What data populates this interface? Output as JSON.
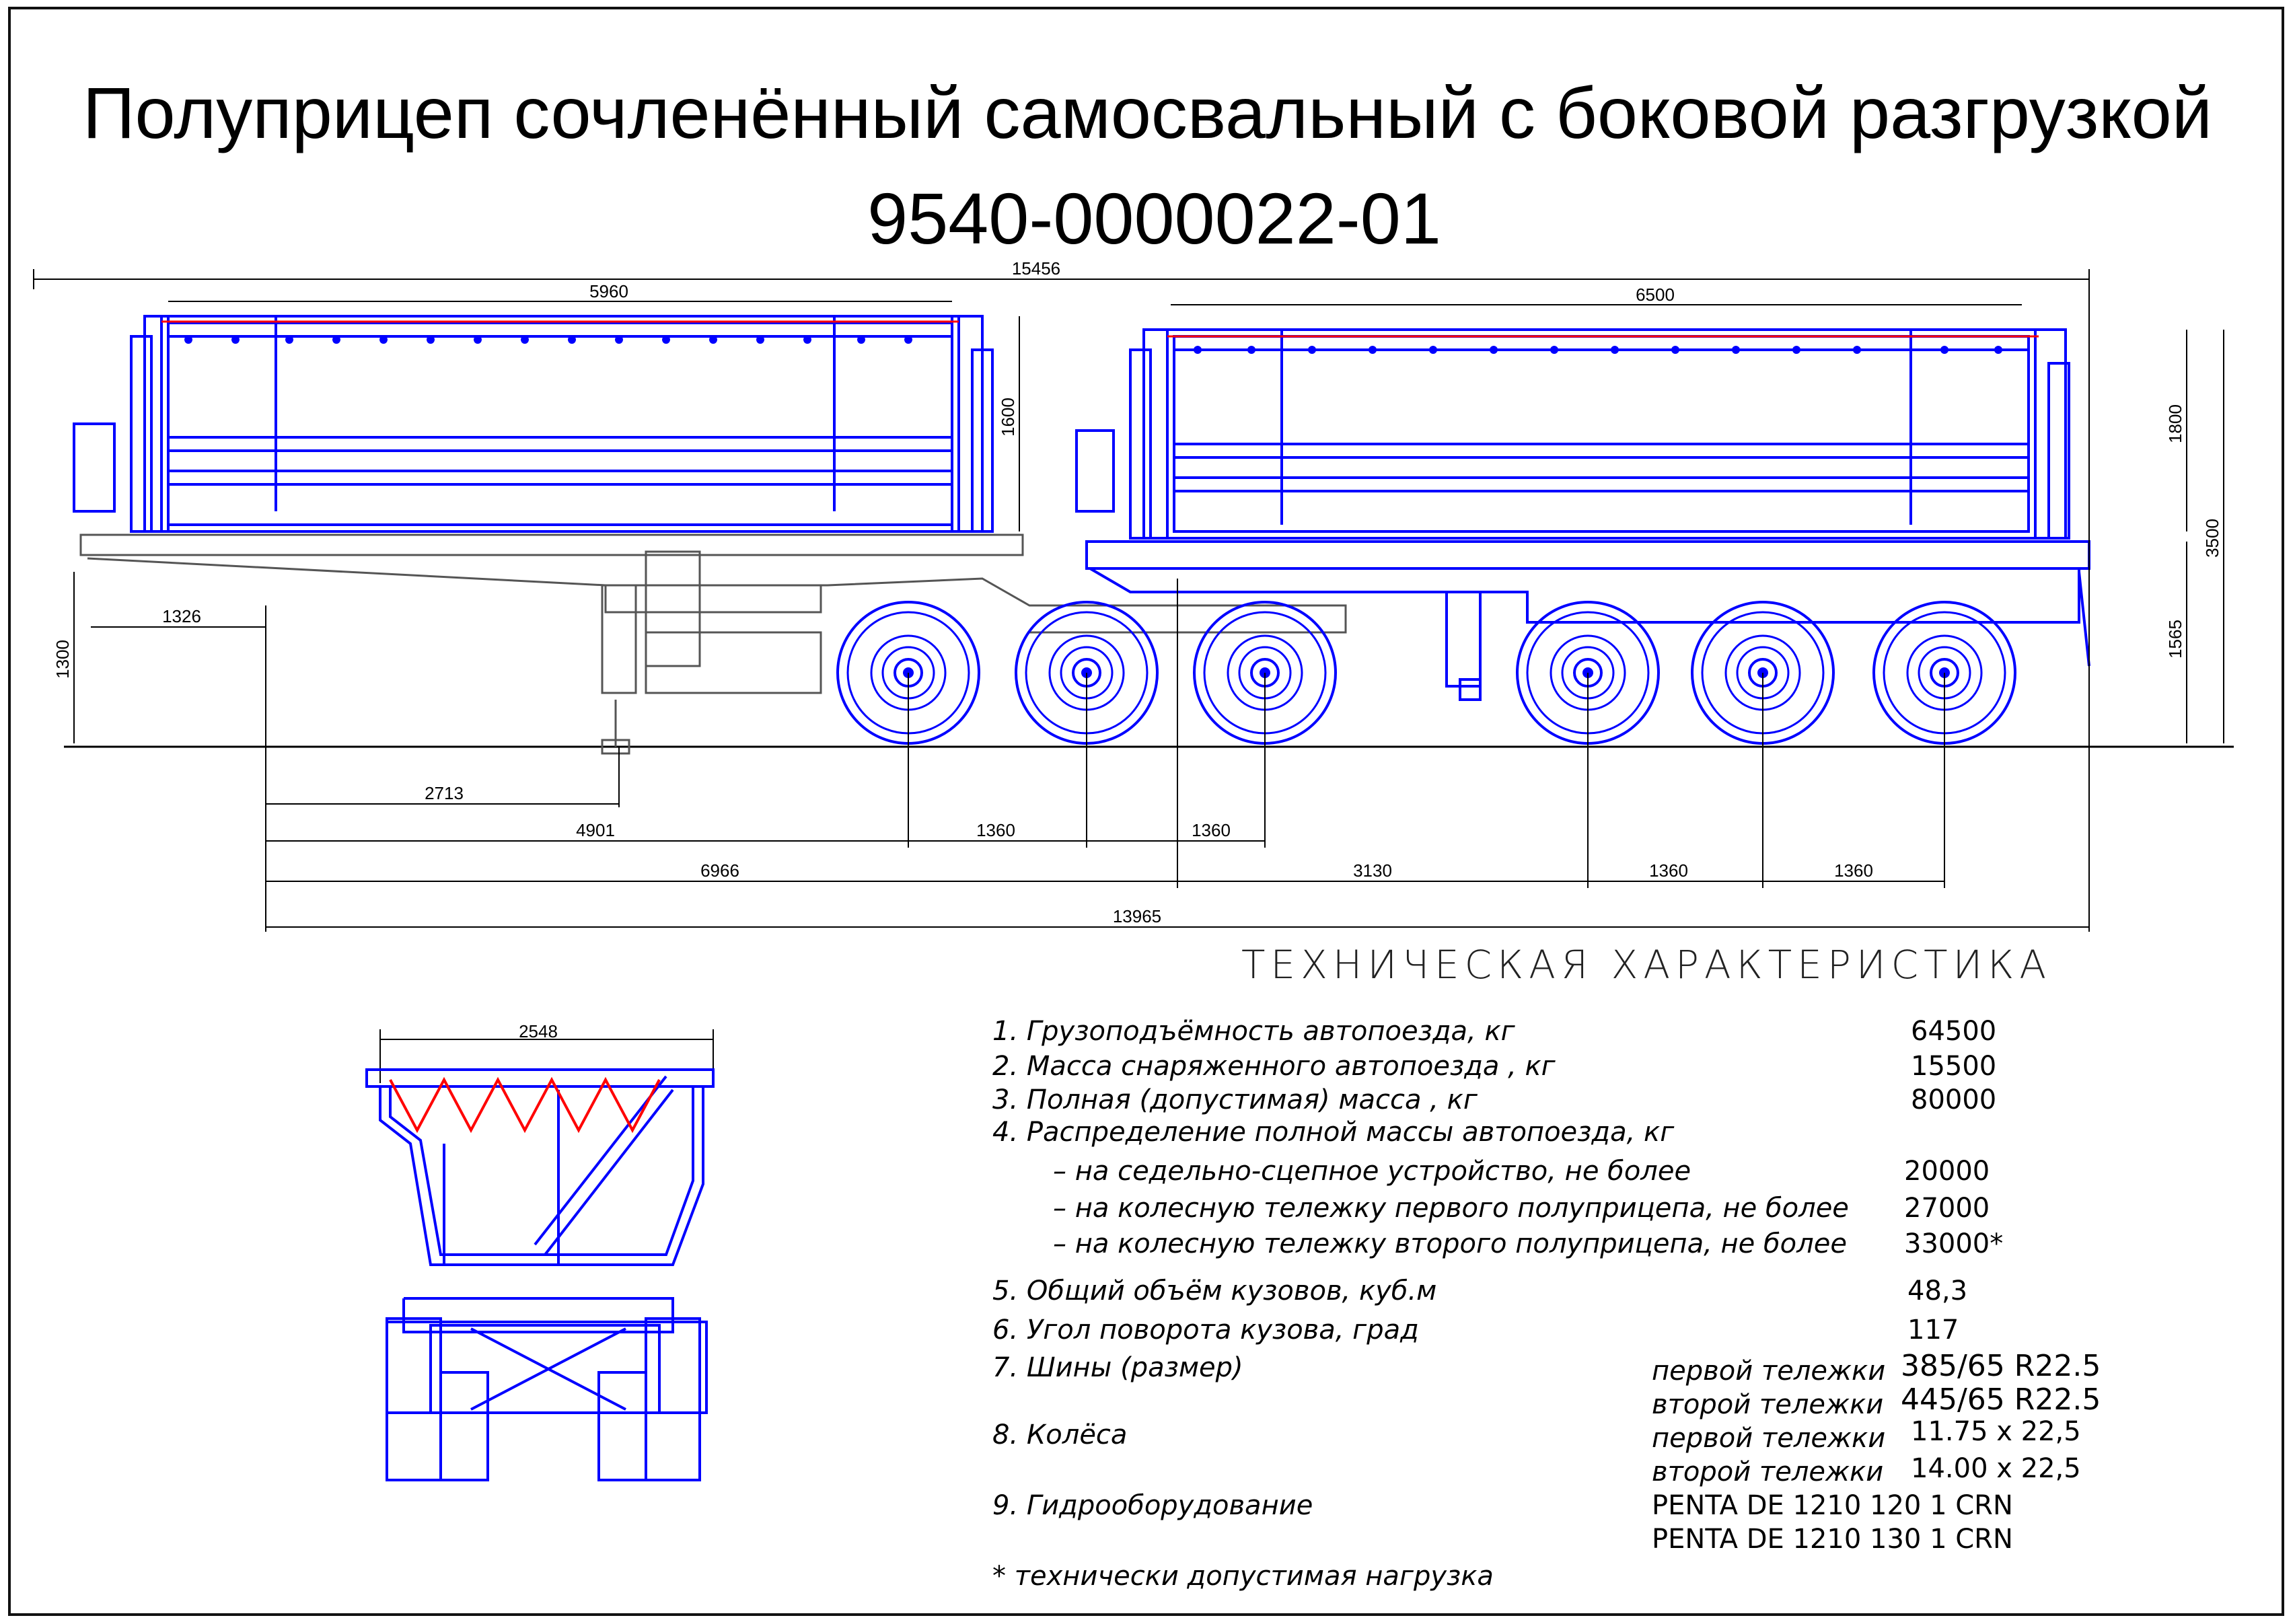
{
  "title": {
    "line1": "Полуприцеп сочленённый самосвальный с боковой разгрузкой",
    "line2": "9540-0000022-01"
  },
  "dimensions": {
    "overall_length": "15456",
    "body1_length": "5960",
    "body2_length": "6500",
    "body1_height": "1600",
    "body2_height": "1800",
    "overall_height": "3500",
    "frame_height_rear": "1565",
    "front_overhang": "1326",
    "coupling_height": "1300",
    "to_support": "2713",
    "to_axle1": "4901",
    "axle_spacing_a": "1360",
    "axle_spacing_b": "1360",
    "to_hitch": "6966",
    "hitch_to_axle4": "3130",
    "axle_spacing_c": "1360",
    "axle_spacing_d": "1360",
    "wheelbase_total": "13965",
    "rear_width": "2548"
  },
  "specs": {
    "heading": "ТЕХНИЧЕСКАЯ ХАРАКТЕРИСТИКА",
    "rows": [
      {
        "label": "1. Грузоподъёмность автопоезда, кг",
        "value": "64500"
      },
      {
        "label": "2. Масса снаряженного автопоезда , кг",
        "value": "15500"
      },
      {
        "label": "3. Полная (допустимая) масса , кг",
        "value": "80000"
      },
      {
        "label": "4.  Распределение полной массы автопоезда, кг",
        "value": ""
      },
      {
        "label": "– на седельно-сцепное устройство, не более",
        "value": "20000"
      },
      {
        "label": "– на колесную тележку первого полуприцепа, не более",
        "value": "27000"
      },
      {
        "label": "– на колесную тележку второго полуприцепа, не более",
        "value": "33000*"
      },
      {
        "label": "5. Общий объём кузовов, куб.м",
        "value": "48,3"
      },
      {
        "label": "6. Угол поворота кузова, град",
        "value": "117"
      },
      {
        "label": "7. Шины (размер)",
        "value": ""
      },
      {
        "label": "8. Колёса",
        "value": ""
      },
      {
        "label": "9. Гидрооборудование",
        "value": ""
      }
    ],
    "tires": [
      {
        "label": "первой тележки",
        "value": "385/65   R22.5"
      },
      {
        "label": "второй тележки",
        "value": "445/65   R22.5"
      }
    ],
    "wheels": [
      {
        "label": "первой тележки",
        "value": "11.75 x 22,5"
      },
      {
        "label": "второй тележки",
        "value": "14.00 x 22,5"
      }
    ],
    "hydraulics": [
      "PENTA DE 1210 120 1 CRN",
      "PENTA DE 1210 130 1 CRN"
    ],
    "footnote": "* технически допустимая нагрузка"
  },
  "colors": {
    "drawing": "#0000ff",
    "accent": "#e00000",
    "line": "#000000"
  }
}
